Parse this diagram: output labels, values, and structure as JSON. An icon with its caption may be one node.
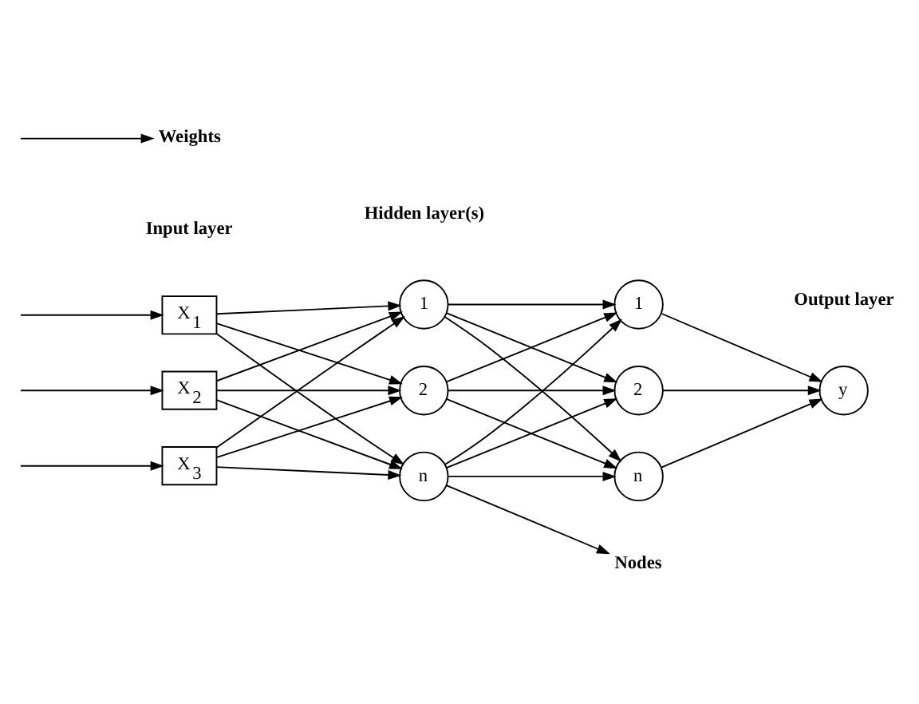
{
  "diagram": {
    "nodes": [
      {
        "text": [
          "X$_{1}$"
        ]
      },
      {
        "text": [
          "X$_{2}$"
        ]
      },
      {
        "text": [
          "X$_{3}$"
        ]
      },
      {
        "text": [
          "1"
        ]
      },
      {
        "text": [
          "2"
        ]
      },
      {
        "text": [
          "n"
        ]
      },
      {
        "text": [
          "1"
        ]
      },
      {
        "text": [
          "2"
        ]
      },
      {
        "text": [
          "n"
        ]
      },
      {
        "text": [
          "y"
        ]
      },
      {
        "text": [
          "Weights"
        ]
      },
      {
        "text": [
          "Nodes"
        ]
      }
    ],
    "edges": [
      {
        "from": null,
        "to": 0,
        "arrow": "to"
      },
      {
        "from": null,
        "to": 1,
        "arrow": "to"
      },
      {
        "from": null,
        "to": 2,
        "arrow": "to"
      },
      {
        "from": 0,
        "to": 3,
        "arrow": "to"
      },
      {
        "from": 0,
        "to": 4,
        "arrow": "to"
      },
      {
        "from": 0,
        "to": 5,
        "arrow": "to"
      },
      {
        "from": 1,
        "to": 3,
        "arrow": "to"
      },
      {
        "from": 1,
        "to": 4,
        "arrow": "to"
      },
      {
        "from": 1,
        "to": 5,
        "arrow": "to"
      },
      {
        "from": 2,
        "to": 3,
        "arrow": "to"
      },
      {
        "from": 2,
        "to": 4,
        "arrow": "to"
      },
      {
        "from": 2,
        "to": 5,
        "arrow": "to"
      },
      {
        "from": 3,
        "to": 6,
        "arrow": "to"
      },
      {
        "from": 3,
        "to": 7,
        "arrow": "to"
      },
      {
        "from": 3,
        "to": 8,
        "arrow": "to"
      },
      {
        "from": 4,
        "to": 6,
        "arrow": "to"
      },
      {
        "from": 4,
        "to": 7,
        "arrow": "to"
      },
      {
        "from": 4,
        "to": 8,
        "arrow": "to"
      },
      {
        "from": 5,
        "to": 6,
        "arrow": "to"
      },
      {
        "from": 5,
        "to": 7,
        "arrow": "to"
      },
      {
        "from": 5,
        "to": 8,
        "arrow": "to"
      },
      {
        "from": 6,
        "to": 9,
        "arrow": "to"
      },
      {
        "from": 7,
        "to": 9,
        "arrow": "to"
      },
      {
        "from": 8,
        "to": 9,
        "arrow": "to"
      },
      {
        "from": null,
        "to": 10,
        "arrow": "to"
      },
      {
        "from": 5,
        "to": 11,
        "arrow": "to"
      }
    ],
    "labels": [
      "Input layer",
      "Hidden layer(s)",
      "Output layer"
    ]
  }
}
